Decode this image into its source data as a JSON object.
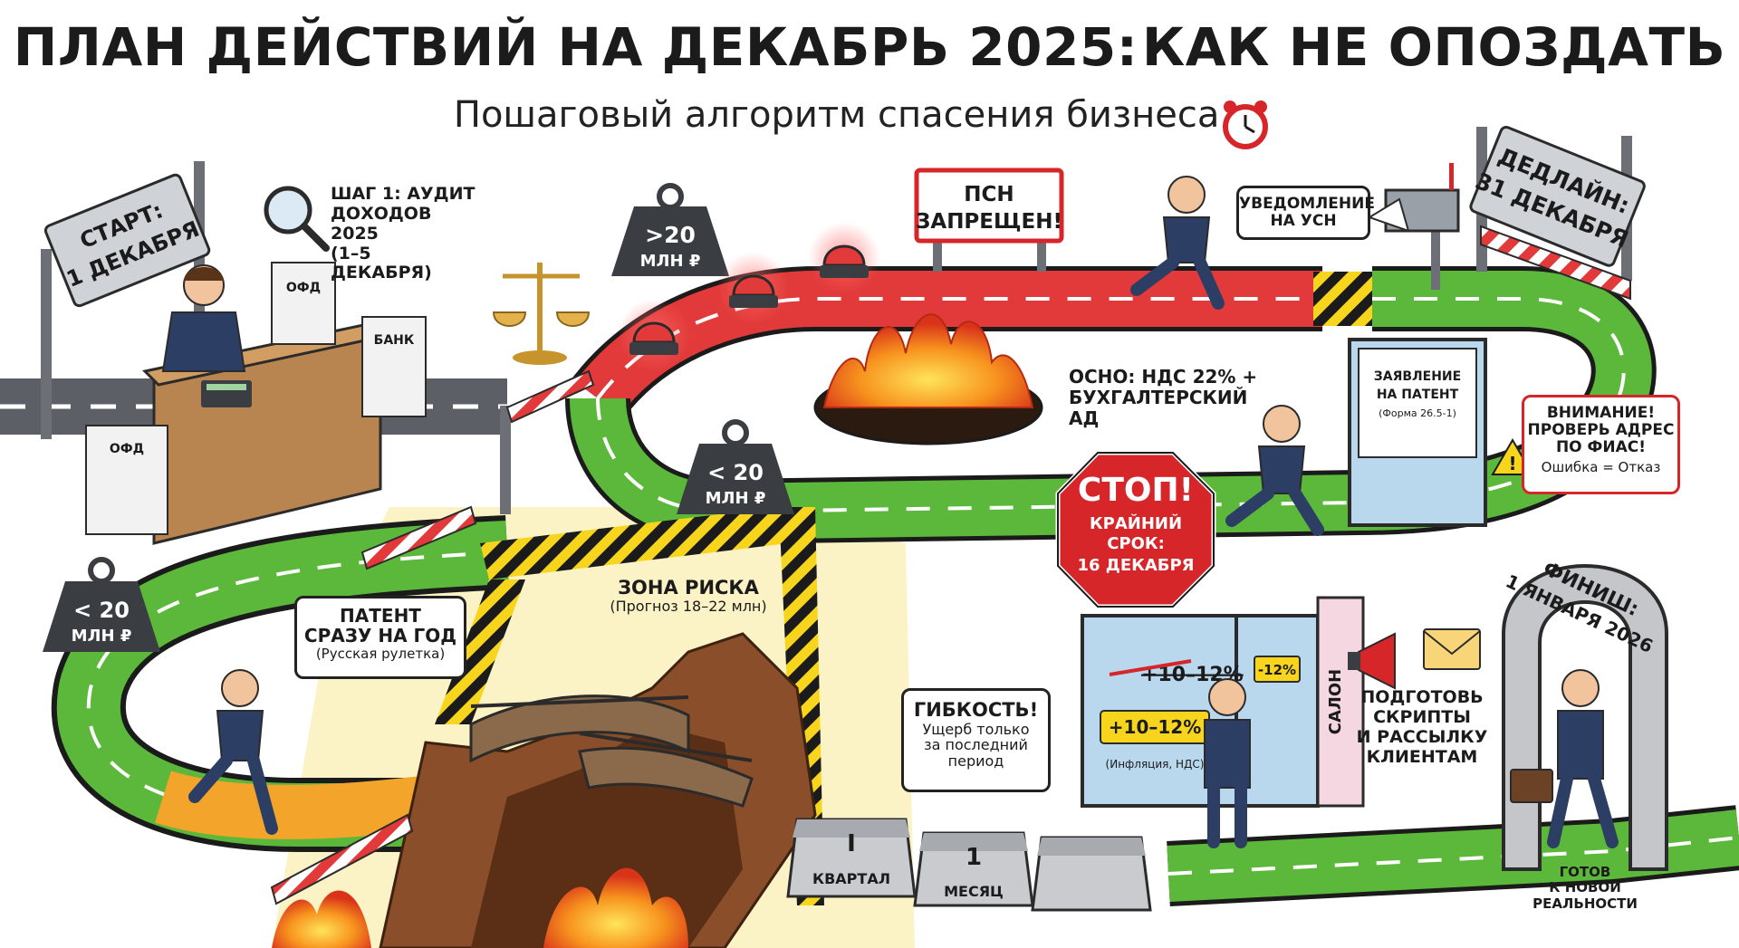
{
  "header": {
    "title_main": "ПЛАН ДЕЙСТВИЙ НА ДЕКАБРЬ 2025:",
    "title_accent": "КАК НЕ ОПОЗДАТЬ",
    "subtitle": "Пошаговый алгоритм спасения бизнеса"
  },
  "signs": {
    "start": [
      "СТАРТ:",
      "1 ДЕКАБРЯ"
    ],
    "deadline": [
      "ДЕДЛАЙН:",
      "31 ДЕКАБРЯ"
    ],
    "finish": [
      "ФИНИШ:",
      "1 ЯНВАРЯ 2026"
    ],
    "psn": [
      "ПСН",
      "ЗАПРЕЩЕН!"
    ],
    "stop_word": "СТОП!",
    "stop_lines": [
      "КРАЙНИЙ",
      "СРОК:",
      "16 ДЕКАБРЯ"
    ]
  },
  "step1": [
    "ШАГ 1: АУДИТ",
    "ДОХОДОВ 2025",
    "(1–5 ДЕКАБРЯ)"
  ],
  "documents": {
    "ofd": "ОФД",
    "bank": "БАНК"
  },
  "weights": {
    "over": [
      ">20",
      "МЛН ₽"
    ],
    "under_mid": [
      "< 20",
      "МЛН ₽"
    ],
    "under_left": [
      "< 20",
      "МЛН ₽"
    ]
  },
  "notice_usn": [
    "УВЕДОМЛЕНИЕ",
    "НА УСН"
  ],
  "osno": [
    "ОСНО: НДС 22% +",
    "БУХГАЛТЕРСКИЙ АД"
  ],
  "patent_window": {
    "lines": [
      "ЗАЯВЛЕНИЕ",
      "НА ПАТЕНТ"
    ],
    "form": "(Форма 26.5-1)"
  },
  "warning": {
    "lines": [
      "ВНИМАНИЕ!",
      "ПРОВЕРЬ АДРЕС",
      "ПО ФИАС!"
    ],
    "note": "Ошибка = Отказ"
  },
  "risk_zone": {
    "title": "ЗОНА РИСКА",
    "forecast": "(Прогноз 18–22 млн)"
  },
  "patent_year": {
    "lines": [
      "ПАТЕНТ",
      "СРАЗУ НА ГОД"
    ],
    "note": "(Русская рулетка)"
  },
  "flex": {
    "title": "ГИБКОСТЬ!",
    "lines": [
      "Ущерб только",
      "за последний",
      "период"
    ]
  },
  "blocks": [
    {
      "num": "I",
      "label": "КВАРТАЛ"
    },
    {
      "num": "1",
      "label": "МЕСЯЦ"
    },
    {
      "num": "",
      "label": ""
    }
  ],
  "salon": {
    "sign": "САЛОН",
    "old_price": "+10–12%",
    "new_price": "+10–12%",
    "new_note": "(Инфляция, НДС)",
    "tag": "-12%"
  },
  "scripts": [
    "ПОДГОТОВЬ",
    "СКРИПТЫ",
    "И РАССЫЛКУ",
    "КЛИЕНТАМ"
  ],
  "ready": [
    "ГОТОВ",
    "К НОВОЙ",
    "РЕАЛЬНОСТИ"
  ],
  "colors": {
    "title_red": "#e01c1c",
    "road_green": "#5cb83a",
    "road_red": "#e23a3a",
    "road_orange": "#f3a42a",
    "road_gray": "#5c5f66",
    "hazard_yellow": "#f7d51d",
    "risk_bg": "#fbf3c6",
    "fire": "#f5801f",
    "stop_red": "#d7262a"
  },
  "icons": [
    "magnifier-icon",
    "scales-icon",
    "siren-icon",
    "alarm-clock-icon",
    "mailbox-icon",
    "megaphone-icon",
    "envelope-icon",
    "warning-icon",
    "briefcase-icon",
    "calculator-icon"
  ]
}
